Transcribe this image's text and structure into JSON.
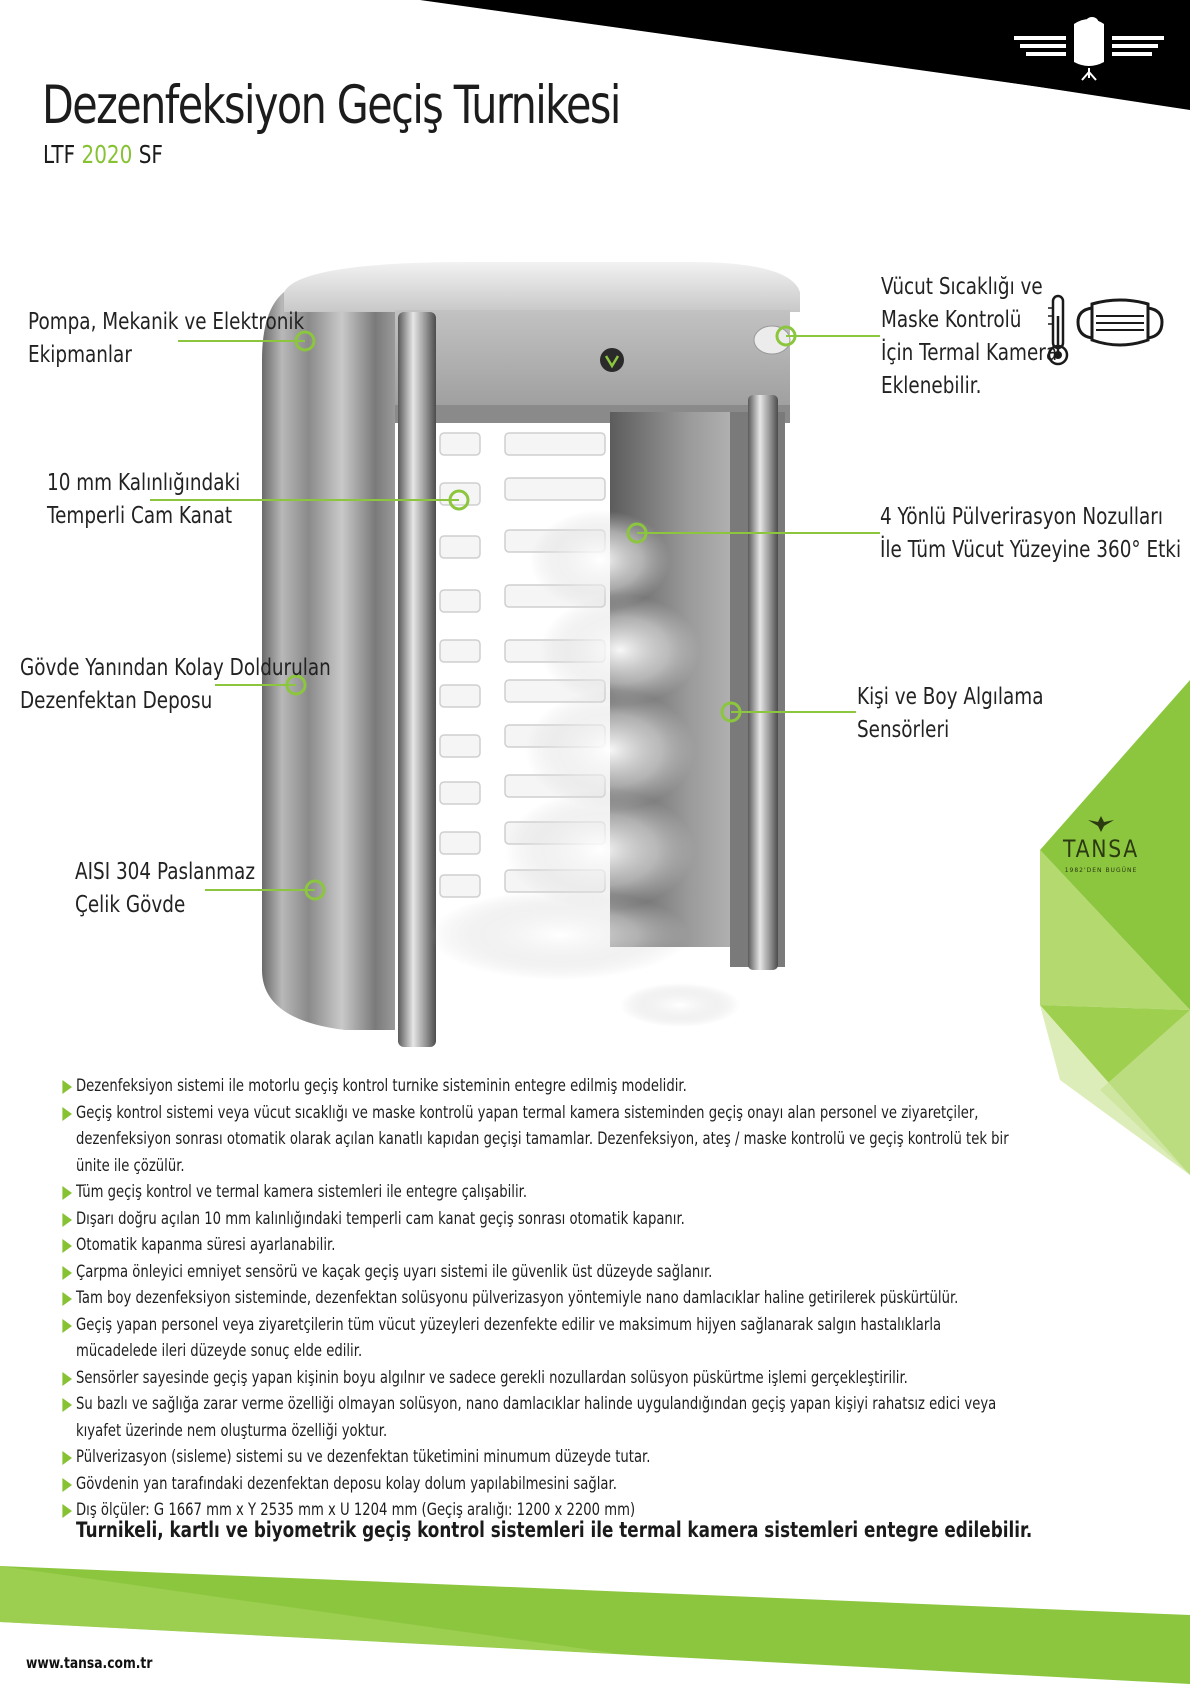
{
  "header": {
    "title": "Dezenfeksiyon Geçiş Turnikesi",
    "model_prefix": "LTF",
    "model_year": "2020",
    "model_suffix": "SF",
    "logo_icon": "bird-emblem-icon"
  },
  "callouts": {
    "pump": [
      "Pompa, Mekanik ve Elektronik",
      "Ekipmanlar"
    ],
    "glass": [
      "10 mm Kalınlığındaki",
      "Temperli Cam Kanat"
    ],
    "tank": [
      "Gövde Yanından Kolay Doldurulan",
      "Dezenfektan Deposu"
    ],
    "body": [
      "AISI 304 Paslanmaz",
      "Çelik Gövde"
    ],
    "camera": [
      "Vücut Sıcaklığı ve",
      "Maske Kontrolü",
      "İçin Termal Kamera",
      "Eklenebilir."
    ],
    "nozzles": [
      "4 Yönlü Pülverirasyon Nozulları",
      "İle Tüm Vücut Yüzeyine 360° Etki"
    ],
    "sensors": [
      "Kişi ve Boy Algılama",
      "Sensörleri"
    ]
  },
  "icons": {
    "thermometer": "thermometer-icon",
    "mask": "face-mask-icon"
  },
  "brand": {
    "name": "TANSA",
    "tagline": "1982'DEN BUGÜNE"
  },
  "features": [
    "Dezenfeksiyon sistemi ile motorlu geçiş kontrol turnike sisteminin entegre edilmiş modelidir.",
    "Geçiş kontrol sistemi veya vücut sıcaklığı ve maske kontrolü yapan termal kamera sisteminden geçiş onayı alan personel ve ziyaretçiler, dezenfeksiyon sonrası otomatik olarak açılan kanatlı kapıdan geçişi tamamlar. Dezenfeksiyon, ateş / maske kontrolü ve geçiş kontrolü tek bir ünite ile çözülür.",
    "Tüm geçiş kontrol ve termal kamera sistemleri ile entegre çalışabilir.",
    "Dışarı doğru açılan 10 mm kalınlığındaki temperli cam kanat geçiş sonrası otomatik kapanır.",
    "Otomatik kapanma süresi ayarlanabilir.",
    "Çarpma önleyici emniyet sensörü ve kaçak geçiş uyarı sistemi ile güvenlik üst düzeyde sağlanır.",
    "Tam boy dezenfeksiyon sisteminde, dezenfektan solüsyonu pülverizasyon yöntemiyle nano damlacıklar haline getirilerek püskürtülür.",
    "Geçiş yapan personel veya ziyaretçilerin tüm vücut yüzeyleri dezenfekte edilir ve maksimum hijyen sağlanarak salgın hastalıklarla mücadelede ileri düzeyde sonuç elde edilir.",
    "Sensörler sayesinde geçiş yapan kişinin boyu algılnır ve sadece gerekli nozullardan solüsyon püskürtme işlemi gerçekleştirilir.",
    "Su bazlı ve sağlığa zarar verme özelliği olmayan solüsyon, nano damlacıklar halinde uygulandığından geçiş yapan kişiyi rahatsız edici veya kıyafet üzerinde nem oluşturma özelliği yoktur.",
    "Pülverizasyon (sisleme) sistemi su ve dezenfektan tüketimini minumum düzeyde tutar.",
    "Gövdenin yan tarafındaki dezenfektan deposu kolay dolum yapılabilmesini sağlar.",
    "Dış ölçüler: G 1667 mm x Y 2535 mm x U 1204 mm (Geçiş aralığı: 1200 x 2200 mm)"
  ],
  "note": "Turnikeli, kartlı ve biyometrik geçiş kontrol sistemleri ile termal kamera sistemleri entegre edilebilir.",
  "footer": {
    "website": "www.tansa.com.tr"
  },
  "colors": {
    "accent": "#86c232",
    "dark": "#000000"
  }
}
